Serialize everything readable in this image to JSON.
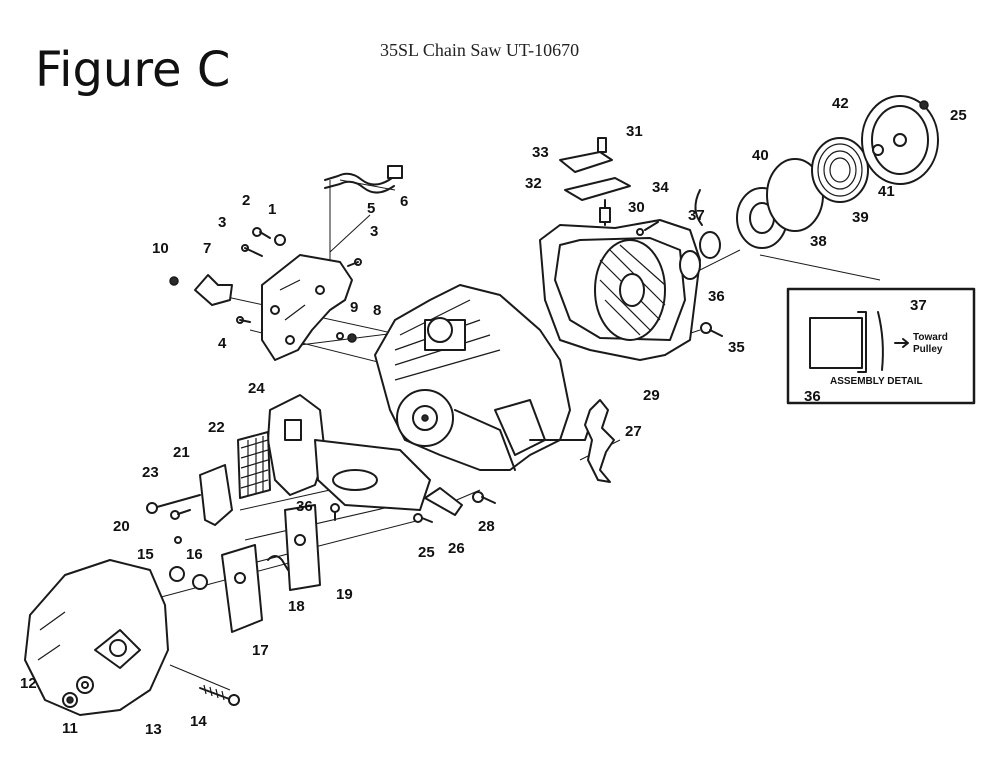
{
  "figure_label": "Figure C",
  "doc_title": "35SL Chain Saw UT-10670",
  "callouts": [
    {
      "id": "c1",
      "text": "1"
    },
    {
      "id": "c2",
      "text": "2"
    },
    {
      "id": "c3a",
      "text": "3"
    },
    {
      "id": "c3b",
      "text": "3"
    },
    {
      "id": "c4",
      "text": "4"
    },
    {
      "id": "c5",
      "text": "5"
    },
    {
      "id": "c6",
      "text": "6"
    },
    {
      "id": "c7",
      "text": "7"
    },
    {
      "id": "c8",
      "text": "8"
    },
    {
      "id": "c9",
      "text": "9"
    },
    {
      "id": "c10",
      "text": "10"
    },
    {
      "id": "c11",
      "text": "11"
    },
    {
      "id": "c12",
      "text": "12"
    },
    {
      "id": "c13",
      "text": "13"
    },
    {
      "id": "c14",
      "text": "14"
    },
    {
      "id": "c15",
      "text": "15"
    },
    {
      "id": "c16",
      "text": "16"
    },
    {
      "id": "c17",
      "text": "17"
    },
    {
      "id": "c18",
      "text": "18"
    },
    {
      "id": "c19",
      "text": "19"
    },
    {
      "id": "c20",
      "text": "20"
    },
    {
      "id": "c21",
      "text": "21"
    },
    {
      "id": "c22",
      "text": "22"
    },
    {
      "id": "c23",
      "text": "23"
    },
    {
      "id": "c24",
      "text": "24"
    },
    {
      "id": "c25a",
      "text": "25"
    },
    {
      "id": "c25b",
      "text": "25"
    },
    {
      "id": "c26",
      "text": "26"
    },
    {
      "id": "c27",
      "text": "27"
    },
    {
      "id": "c28",
      "text": "28"
    },
    {
      "id": "c29",
      "text": "29"
    },
    {
      "id": "c30",
      "text": "30"
    },
    {
      "id": "c31",
      "text": "31"
    },
    {
      "id": "c32",
      "text": "32"
    },
    {
      "id": "c33",
      "text": "33"
    },
    {
      "id": "c34",
      "text": "34"
    },
    {
      "id": "c35",
      "text": "35"
    },
    {
      "id": "c36a",
      "text": "36"
    },
    {
      "id": "c36b",
      "text": "36"
    },
    {
      "id": "c36c",
      "text": "36"
    },
    {
      "id": "c37a",
      "text": "37"
    },
    {
      "id": "c37b",
      "text": "37"
    },
    {
      "id": "c38",
      "text": "38"
    },
    {
      "id": "c39",
      "text": "39"
    },
    {
      "id": "c40",
      "text": "40"
    },
    {
      "id": "c41",
      "text": "41"
    },
    {
      "id": "c42",
      "text": "42"
    }
  ],
  "assembly_detail": {
    "label": "ASSEMBLY  DETAIL",
    "toward": "Toward",
    "pulley": "Pulley"
  }
}
